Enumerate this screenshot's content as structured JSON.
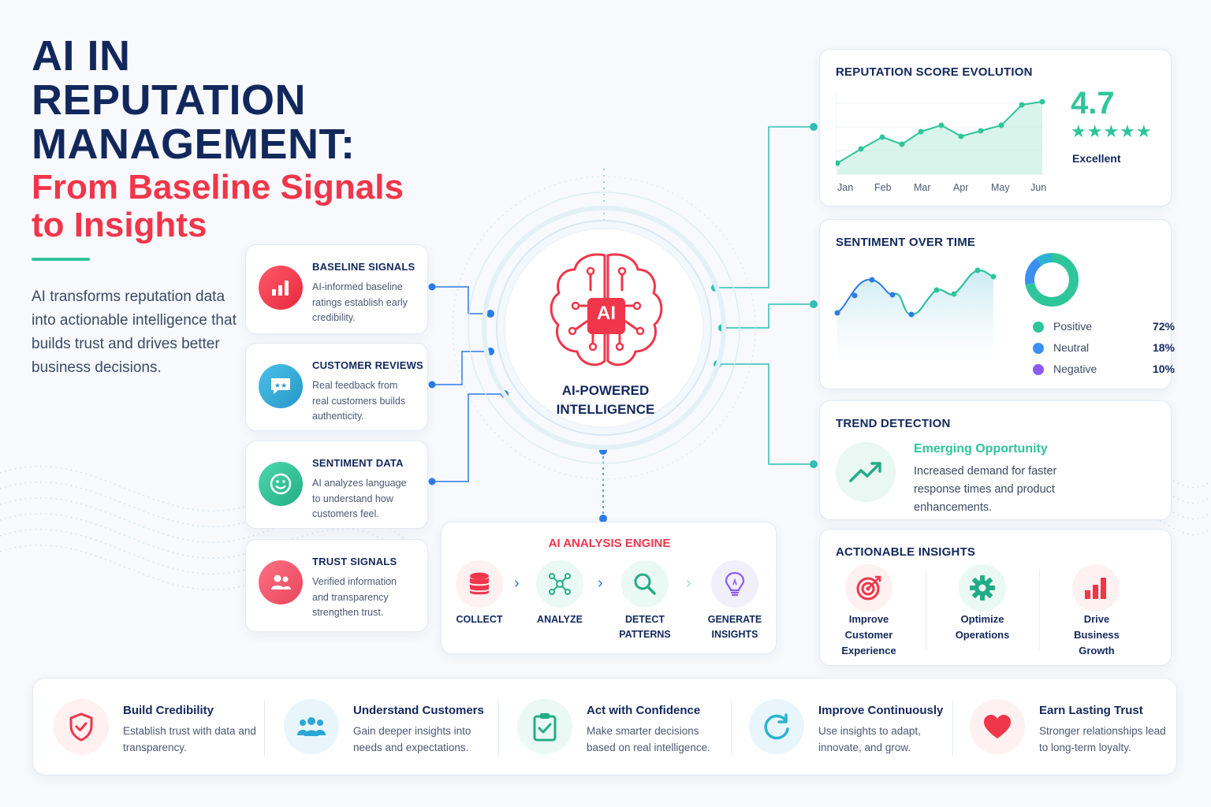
{
  "title": {
    "line1": "AI IN",
    "line2": "REPUTATION",
    "line3": "MANAGEMENT:",
    "subtitle1": "From Baseline Signals",
    "subtitle2": "to Insights"
  },
  "intro": "AI transforms reputation data into actionable intelligence that builds trust and drives better business decisions.",
  "signals": [
    {
      "title": "BASELINE SIGNALS",
      "desc": "AI-informed baseline ratings establish early credibility.",
      "icon": "bar-chart-icon",
      "color": "#f0364a"
    },
    {
      "title": "CUSTOMER REVIEWS",
      "desc": "Real feedback from real customers builds authenticity.",
      "icon": "review-bubble-icon",
      "color": "#2aa7d8"
    },
    {
      "title": "SENTIMENT DATA",
      "desc": "AI analyzes language to understand how customers feel.",
      "icon": "smiley-icon",
      "color": "#2fc59a"
    },
    {
      "title": "TRUST SIGNALS",
      "desc": "Verified information and transparency strengthen trust.",
      "icon": "people-icon",
      "color": "#f0526a"
    }
  ],
  "center": {
    "badge": "AI",
    "label_line1": "AI-POWERED",
    "label_line2": "INTELLIGENCE",
    "icon": "brain-icon"
  },
  "engine": {
    "title": "AI ANALYSIS ENGINE",
    "steps": [
      {
        "label": "COLLECT",
        "icon": "database-icon"
      },
      {
        "label": "ANALYZE",
        "icon": "network-icon"
      },
      {
        "label": "DETECT\nPATTERNS",
        "icon": "magnifier-icon"
      },
      {
        "label": "GENERATE\nINSIGHTS",
        "icon": "lightbulb-icon"
      }
    ]
  },
  "reputation": {
    "title": "REPUTATION SCORE EVOLUTION",
    "score": "4.7",
    "stars": "★★★★★",
    "rating_label": "Excellent",
    "months": [
      "Jan",
      "Feb",
      "Mar",
      "Apr",
      "May",
      "Jun"
    ]
  },
  "sentiment": {
    "title": "SENTIMENT OVER TIME",
    "legend": [
      {
        "name": "Positive",
        "value": "72%",
        "color": "#2fc59a"
      },
      {
        "name": "Neutral",
        "value": "18%",
        "color": "#3b8ff0"
      },
      {
        "name": "Negative",
        "value": "10%",
        "color": "#8a5cf0"
      }
    ]
  },
  "trend": {
    "title": "TREND DETECTION",
    "headline": "Emerging Opportunity",
    "desc": "Increased demand for faster response times and product enhancements.",
    "icon": "trend-up-icon"
  },
  "insights": {
    "title": "ACTIONABLE INSIGHTS",
    "items": [
      {
        "label": "Improve\nCustomer\nExperience",
        "icon": "target-icon"
      },
      {
        "label": "Optimize\nOperations",
        "icon": "gear-icon"
      },
      {
        "label": "Drive\nBusiness\nGrowth",
        "icon": "growth-bars-icon"
      }
    ]
  },
  "benefits": [
    {
      "title": "Build Credibility",
      "desc": "Establish trust with data and transparency.",
      "icon": "shield-check-icon"
    },
    {
      "title": "Understand Customers",
      "desc": "Gain deeper insights into needs and expectations.",
      "icon": "group-icon"
    },
    {
      "title": "Act with Confidence",
      "desc": "Make smarter decisions based on real intelligence.",
      "icon": "clipboard-check-icon"
    },
    {
      "title": "Improve Continuously",
      "desc": "Use insights to adapt, innovate, and grow.",
      "icon": "refresh-icon"
    },
    {
      "title": "Earn Lasting Trust",
      "desc": "Stronger relationships lead to long-term loyalty.",
      "icon": "heart-icon"
    }
  ],
  "colors": {
    "navy": "#12285c",
    "red": "#f0364a",
    "teal": "#2fc59a",
    "blue": "#2d7be5"
  }
}
